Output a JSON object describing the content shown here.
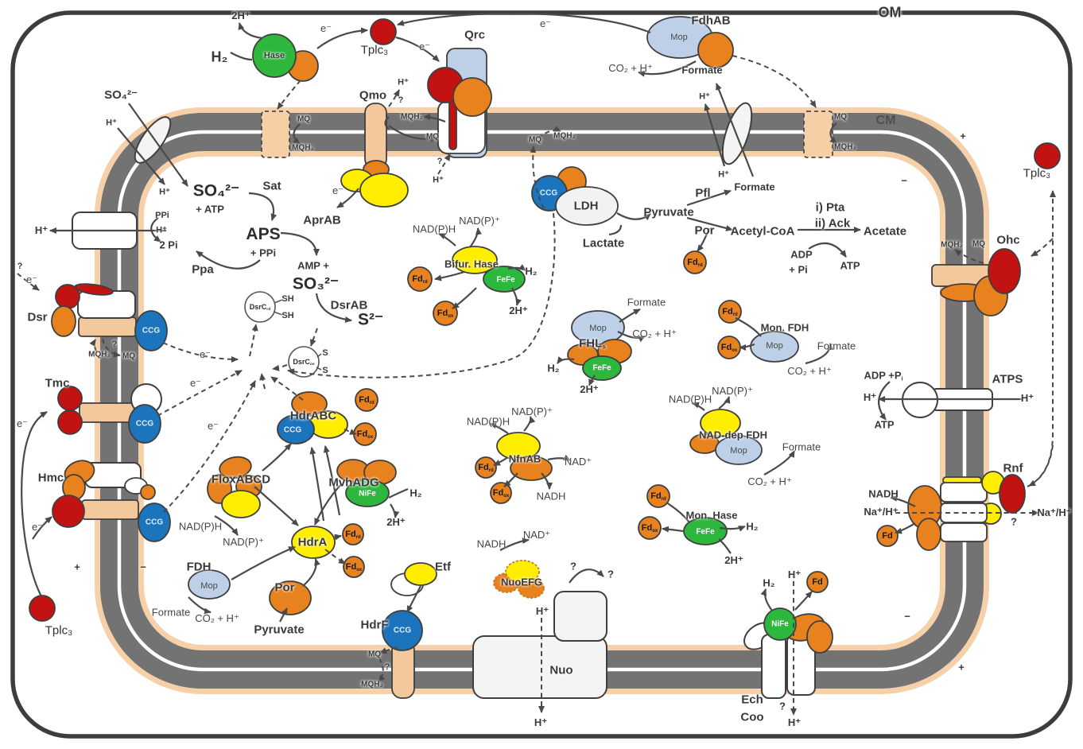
{
  "colors": {
    "membrane_gray": "#737373",
    "membrane_peach": "#f6d0a8",
    "outer_membrane": "#3d3d3d",
    "red": "#c31212",
    "orange": "#e8821e",
    "yellow": "#ffee00",
    "green": "#2db row"
  },
  "diagram": {
    "labels": {
      "om": "OM",
      "cm": "CM",
      "h2_top": "H₂",
      "twoh_top": "2H⁺",
      "hase_lbl": "Hase",
      "e_1": "e⁻",
      "tplc3_top": "Tplc₃",
      "e_2": "e⁻",
      "qrc": "Qrc",
      "e_3": "e⁻",
      "fdhab": "FdhAB",
      "mop_fdhab": "Mop",
      "co2_fdhab": "CO₂ + H⁺",
      "formate_out": "Formate",
      "qmo": "Qmo",
      "h_qmo": "H⁺",
      "q_qmo": "?",
      "mqh2_qrc": "MQH₂",
      "mq_qrc": "MQ",
      "q_qrc": "?",
      "h_qrc": "H⁺",
      "mq_anch1": "MQ",
      "mqh2_anch1": "MQH₂",
      "mq_anch2": "MQ",
      "mqh2_anch2": "MQH₂",
      "so4_out": "SO₄²⁻",
      "h_out_so4": "H⁺",
      "h_in_so4": "H⁺",
      "so4_in": "SO₄²⁻",
      "plus_atp": "+ ATP",
      "sat": "Sat",
      "aps": "APS",
      "plus_ppi": "+ PPi",
      "aprab": "AprAB",
      "e_qmo": "e⁻",
      "amp": "AMP +",
      "so3": "SO₃²⁻",
      "dsrab": "DsrAB",
      "s2": "S²⁻",
      "ppa": "Ppa",
      "ppi": "PPi",
      "h_ppi": "H⁺",
      "twopi": "2 Pi",
      "h_left": "H⁺",
      "dsrc_rd": "DsrC|rd",
      "sh_1": "SH",
      "sh_2": "SH",
      "dsrc_ox": "DsrC|ox",
      "s_a": "S",
      "s_b": "S",
      "nadph_bif": "NAD(P)H",
      "nadp_bif": "NAD(P)⁺",
      "bifur": "Bifur. Hase",
      "fefe_bif": "FeFe",
      "fd_rd_bif": "Fd|rd",
      "fd_ox_bif": "Fd|ox",
      "h2_bif": "H₂",
      "twoh_bif": "2H⁺",
      "ccg_ldh": "CCG",
      "ldh": "LDH",
      "lactate": "Lactate",
      "pyruvate": "Pyruvate",
      "pfl": "Pfl",
      "por_top": "Por",
      "acetylcoa": "Acetyl-CoA",
      "fd_rd_por": "Fd|rd",
      "pta": "i) Pta",
      "ack": "ii) Ack",
      "acetate": "Acetate",
      "adp_ack": "ADP",
      "pi_ack": "+ Pi",
      "atp_ack": "ATP",
      "mq_ldh": "MQ",
      "mqh2_ldh": "MQH₂",
      "h_ftrans_out": "H⁺",
      "h_ftrans_in": "H⁺",
      "formate_in": "Formate",
      "formate_fhl": "Formate",
      "mop_fhl": "Mop",
      "fhls": "FHL|s",
      "co2_fhl": "CO₂ + H⁺",
      "fefe_fhl": "FeFe",
      "h2_fhl": "H₂",
      "twoh_fhl": "2H⁺",
      "fd_rd_mfdh": "Fd|rd",
      "monfdh": "Mon. FDH",
      "mop_mfdh": "Mop",
      "fd_ox_mfdh": "Fd|ox",
      "formate_mfdh": "Formate",
      "co2_mfdh": "CO₂ + H⁺",
      "nadph_ndf": "NAD(P)H",
      "nadp_ndf": "NAD(P)⁺",
      "naddepfdh": "NAD-dep FDH",
      "mop_ndf": "Mop",
      "formate_ndf": "Formate",
      "co2_ndf": "CO₂ + H⁺",
      "nadph_nfn": "NAD(P)H",
      "nadp_nfn": "NAD(P)⁺",
      "nfnab": "NfnAB",
      "fd_rd_nfn": "Fd|rd",
      "fd_ox_nfn": "Fd|ox",
      "nad_nfn": "NAD⁺",
      "nadh_nfn": "NADH",
      "fd_rd_mh": "Fd|rd",
      "monhase": "Mon. Hase",
      "fefe_mh": "FeFe",
      "fd_ox_mh": "Fd|ox",
      "h2_mh": "H₂",
      "twoh_mh": "2H⁺",
      "e_hub1": "e⁻",
      "e_hub2": "e⁻",
      "e_hub3": "e⁻",
      "hdrabc": "HdrABC",
      "ccg_hdrabc": "CCG",
      "fd_rd_habc": "Fd|rd",
      "fd_ox_habc": "Fd|ox",
      "floxabcd": "FloxABCD",
      "nadph_flox": "NAD(P)H",
      "nadp_flox": "NAD(P)⁺",
      "mvhadg": "MvhADG",
      "nife_mvh": "NiFe",
      "h2_mvh": "H₂",
      "twoh_mvh": "2H⁺",
      "hdra": "HdrA",
      "fd_rd_hdra": "Fd|rd",
      "fd_ox_hdra": "Fd|ox",
      "fdh_b": "FDH",
      "mop_fdhb": "Mop",
      "formate_fdhb": "Formate",
      "co2_fdhb": "CO₂ + H⁺",
      "por_b": "Por",
      "pyruvate_b": "Pyruvate",
      "etf": "Etf",
      "hdrf": "HdrF",
      "ccg_hdrf": "CCG",
      "mq_hdrf": "MQ",
      "q_hdrf": "?",
      "mqh2_hdrf": "MQH₂",
      "nadh_nuo": "NADH",
      "nad_nuo": "NAD⁺",
      "nuoefg": "NuoEFG",
      "q_nuo1": "?",
      "q_nuo2": "?",
      "h_nuo_in": "H⁺",
      "nuo": "Nuo",
      "h_nuo_out": "H⁺",
      "h2_ech": "H₂",
      "h_ech_in": "H⁺",
      "fd_ech": "Fd",
      "nife_ech": "NiFe",
      "ech": "Ech",
      "coo": "Coo",
      "q_ech": "?",
      "h_ech_out": "H⁺",
      "rnf": "Rnf",
      "nadh_rnf": "NADH",
      "na_l": "Na⁺/H⁺",
      "na_r": "Na⁺/H⁺",
      "q_rnf": "?",
      "fd_rnf": "Fd",
      "adp_atps": "ADP +P|i",
      "atps": "ATPS",
      "h_atps_l": "H⁺",
      "h_atps_r": "H⁺",
      "atp_atps": "ATP",
      "mqh2_ohc": "MQH₂",
      "mq_ohc": "MQ",
      "ohc": "Ohc",
      "tplc3_r": "Tplc₃",
      "tplc3_b": "Tplc₃",
      "dsr": "Dsr",
      "ccg_dsr": "CCG",
      "mqh2_dsr": "MQH₂",
      "q_dsr2": "?",
      "mq_dsr": "MQ",
      "q_dsr": "?",
      "e_dsr": "e⁻",
      "tmc": "Tmc",
      "ccg_tmc": "CCG",
      "e_tmc": "e⁻",
      "hmc": "Hmc",
      "ccg_hmc": "CCG",
      "e_hmc": "e⁻",
      "plus_tr": "+",
      "minus_tr": "−",
      "plus_bl": "+",
      "minus_bl": "−",
      "plus_br": "+",
      "minus_br": "−"
    }
  }
}
